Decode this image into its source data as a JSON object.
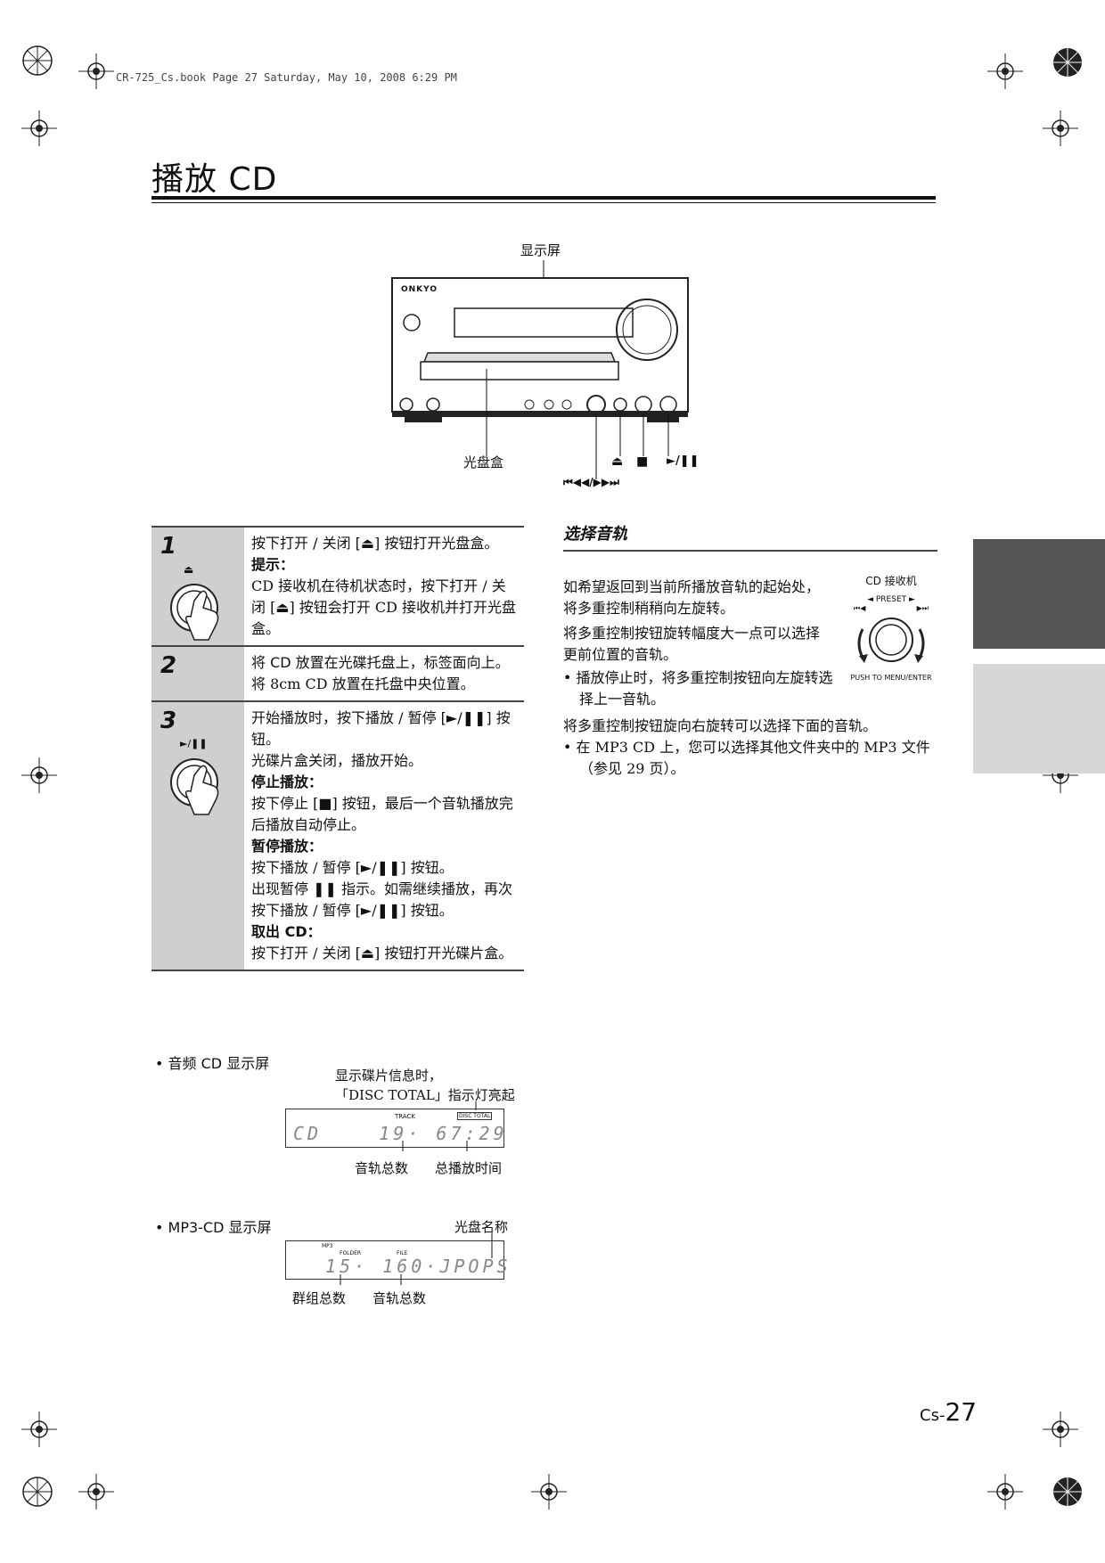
{
  "header": {
    "book_line": "CR-725_Cs.book  Page 27  Saturday, May 10, 2008  6:29 PM"
  },
  "page": {
    "title": "播放 CD",
    "number_prefix": "Cs-",
    "number": "27"
  },
  "diagram": {
    "brand": "ONKYO",
    "label_display": "显示屏",
    "label_tray": "光盘盒",
    "label_eject": "⏏",
    "label_stop": "■",
    "label_play": "►/❚❚",
    "label_skip": "⏮◀◀/▶▶⏭"
  },
  "steps": [
    {
      "num": "1",
      "icon_label": "⏏",
      "lines": [
        {
          "t": "按下打开 / 关闭 [⏏] 按钮打开光盘盒。",
          "bold": false
        },
        {
          "t": "提示：",
          "bold": true
        },
        {
          "t": "CD 接收机在待机状态时，按下打开 / 关闭 [⏏] 按钮会打开 CD 接收机并打开光盘盒。",
          "bold": false
        }
      ]
    },
    {
      "num": "2",
      "icon_label": "",
      "lines": [
        {
          "t": "将 CD 放置在光碟托盘上，标签面向上。",
          "bold": false
        },
        {
          "t": "将 8cm CD 放置在托盘中央位置。",
          "bold": false
        }
      ]
    },
    {
      "num": "3",
      "icon_label": "►/❚❚",
      "lines": [
        {
          "t": "开始播放时，按下播放 / 暂停 [►/❚❚] 按钮。",
          "bold": false
        },
        {
          "t": "光碟片盒关闭，播放开始。",
          "bold": false
        },
        {
          "t": "停止播放：",
          "bold": true
        },
        {
          "t": "按下停止 [■] 按钮，最后一个音轨播放完后播放自动停止。",
          "bold": false
        },
        {
          "t": "暂停播放：",
          "bold": true
        },
        {
          "t": "按下播放 / 暂停 [►/❚❚] 按钮。",
          "bold": false
        },
        {
          "t": "出现暂停 ❚❚ 指示。如需继续播放，再次按下播放 / 暂停 [►/❚❚] 按钮。",
          "bold": false
        },
        {
          "t": "取出 CD：",
          "bold": true
        },
        {
          "t": "按下打开 / 关闭 [⏏] 按钮打开光碟片盒。",
          "bold": false
        }
      ]
    }
  ],
  "select_track": {
    "heading": "选择音轨",
    "p1": "如希望返回到当前所播放音轨的起始处，将多重控制稍稍向左旋转。",
    "p2": "将多重控制按钮旋转幅度大一点可以选择更前位置的音轨。",
    "bullet1": "播放停止时，将多重控制按钮向左旋转选择上一音轨。",
    "p3": "将多重控制按钮旋向右旋转可以选择下面的音轨。",
    "bullet2": "在 MP3 CD 上，您可以选择其他文件夹中的 MP3 文件 （参见 29 页）。",
    "knob_title": "CD 接收机",
    "knob_preset": "◄ PRESET ►",
    "knob_left": "⏮◀",
    "knob_right": "▶⏭",
    "knob_push": "PUSH TO MENU/ENTER"
  },
  "audio_cd": {
    "title": "• 音频 CD 显示屏",
    "note_line1": "显示碟片信息时，",
    "note_line2": "「DISC TOTAL」指示灯亮起",
    "ind_track": "TRACK",
    "ind_disc_total": "DISC TOTAL",
    "lcd": "CD    19· 67:29",
    "label_tracks": "音轨总数",
    "label_time": "总播放时间"
  },
  "mp3_cd": {
    "title": "• MP3-CD 显示屏",
    "label_disc_name": "光盘名称",
    "ind_mp3": "MP3",
    "ind_folder": "FOLDER",
    "ind_file": "FILE",
    "lcd": "15· 160·JPOPS",
    "label_groups": "群组总数",
    "label_tracks": "音轨总数"
  }
}
